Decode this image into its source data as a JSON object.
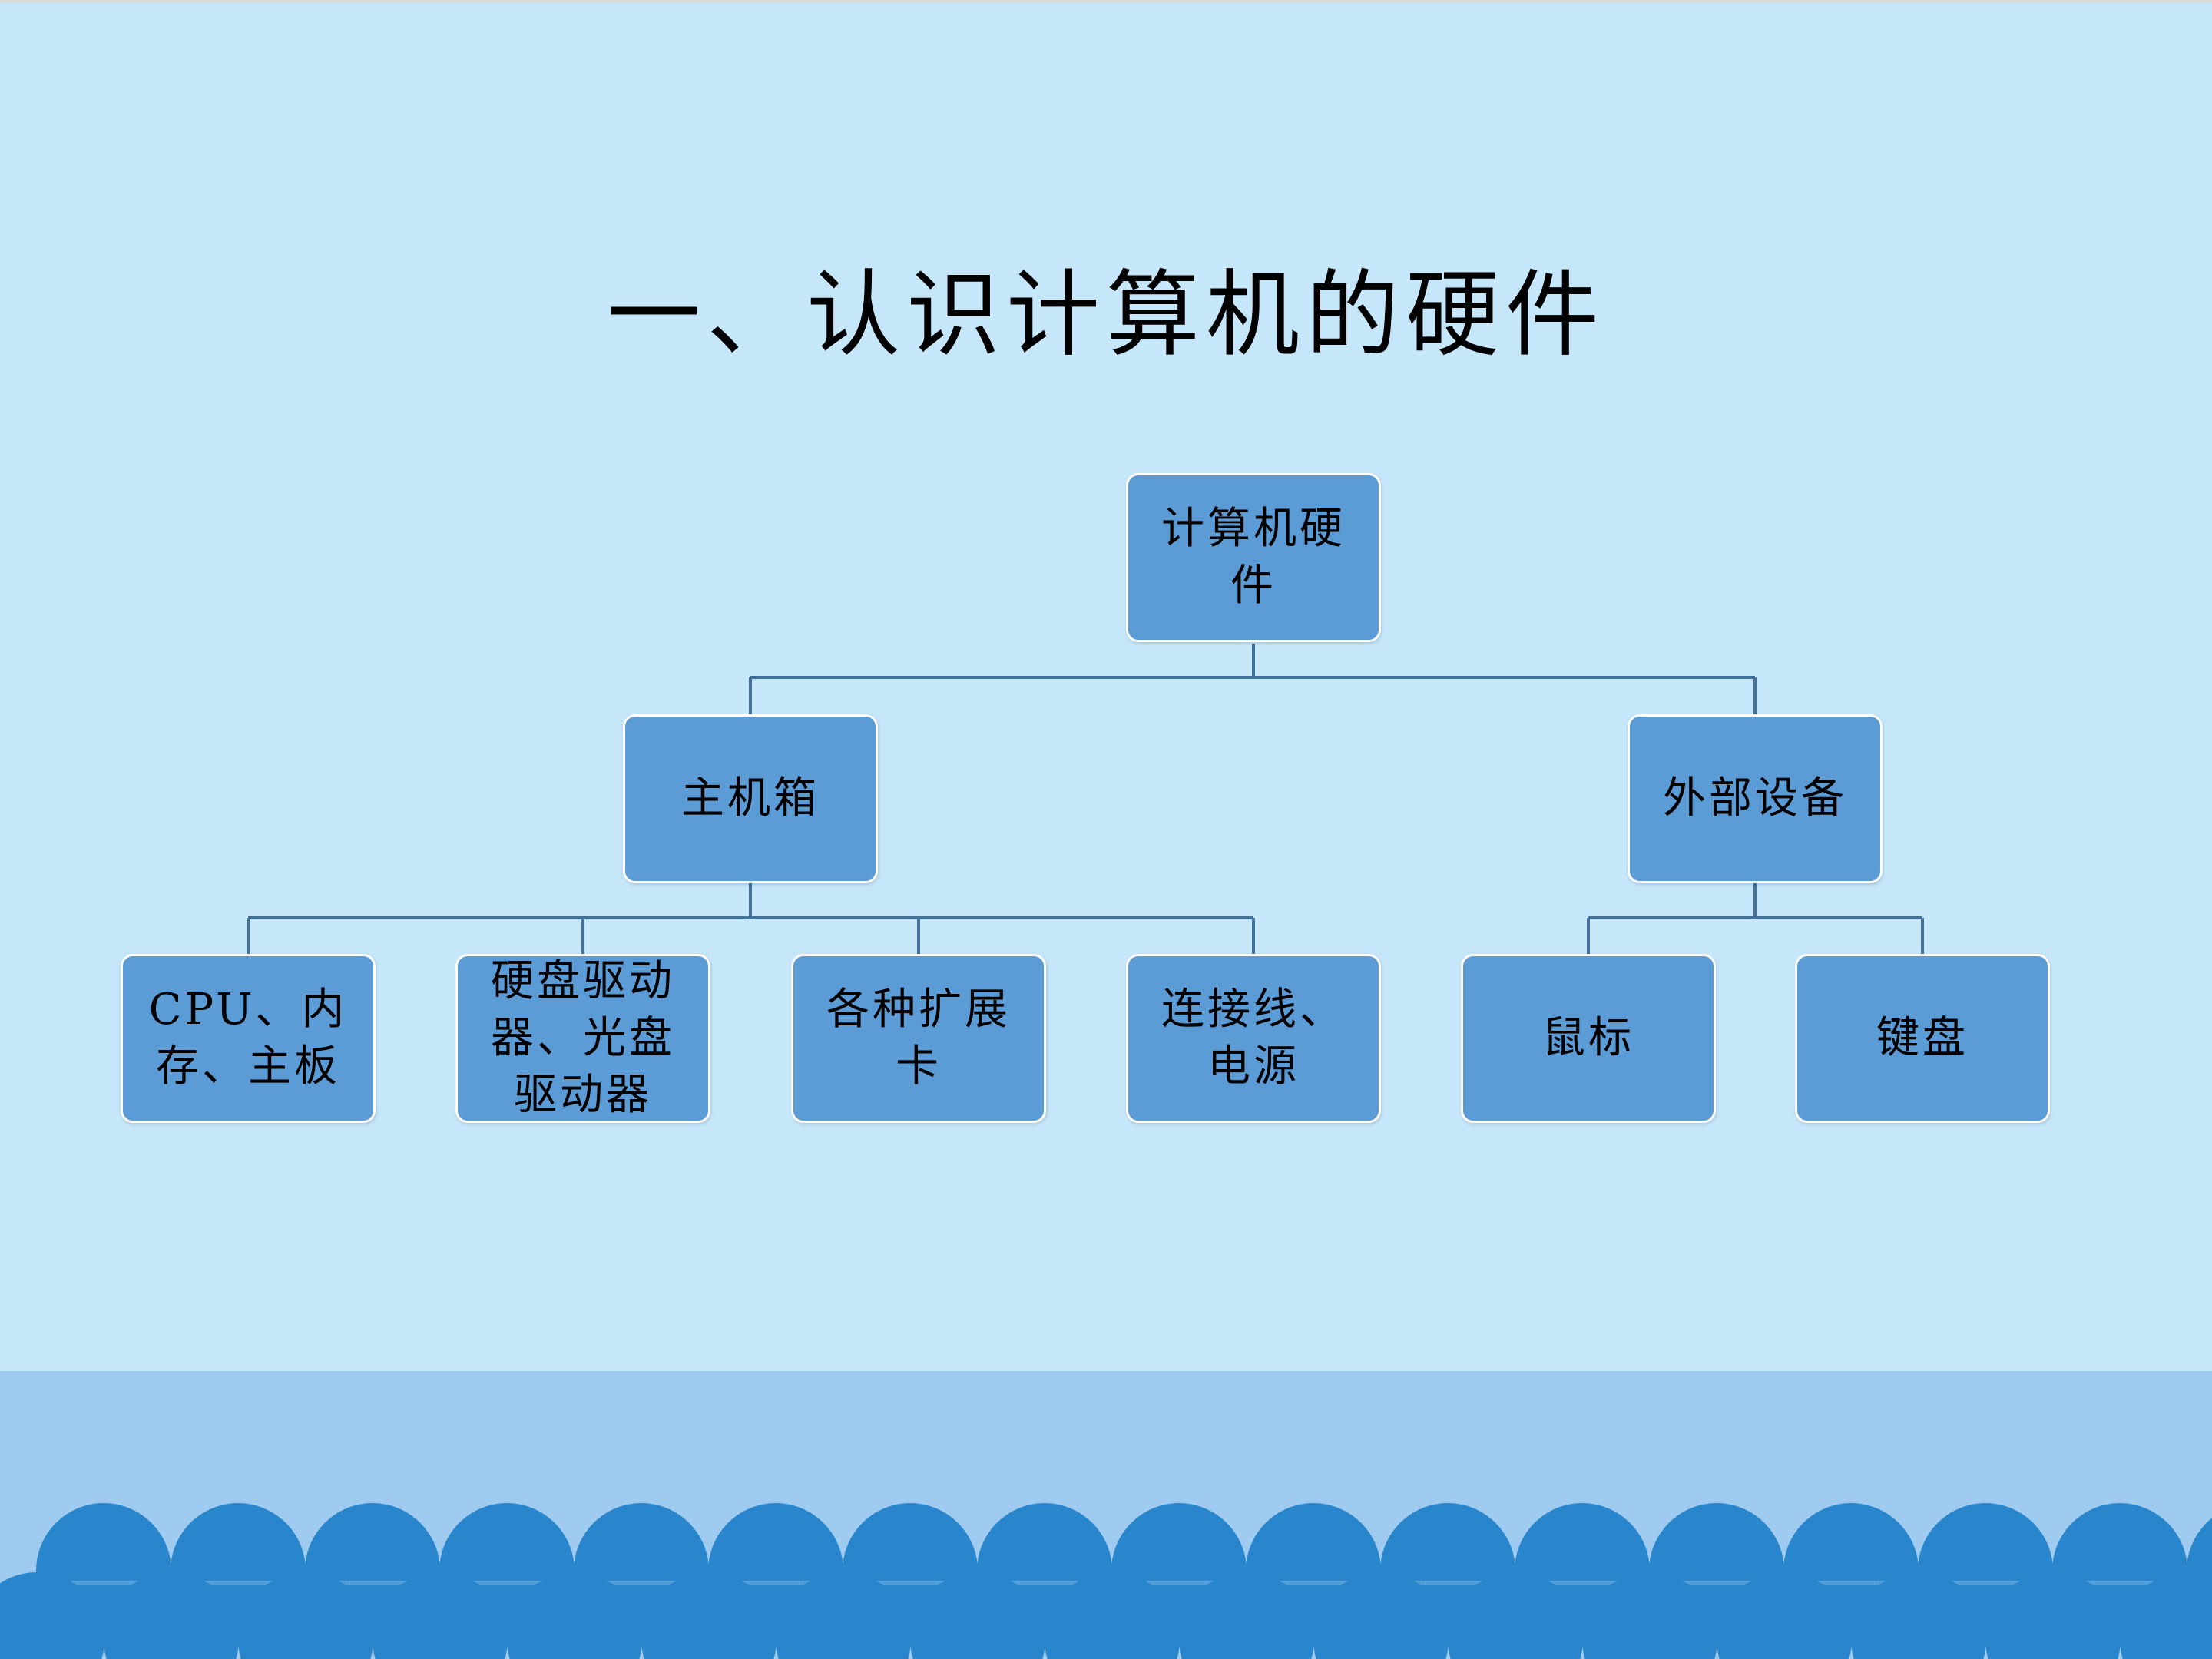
{
  "slide": {
    "title": "一、认识计算机的硬件"
  },
  "org_chart": {
    "root": {
      "label": "计算机硬件"
    },
    "level2": [
      {
        "label": "主机箱"
      },
      {
        "label": "外部设备"
      }
    ],
    "level3": [
      {
        "label": "CPU、内存、主板",
        "parent": "主机箱"
      },
      {
        "label": "硬盘驱动器、光盘驱动器",
        "parent": "主机箱"
      },
      {
        "label": "各种扩展卡",
        "parent": "主机箱"
      },
      {
        "label": "连接线、电源",
        "parent": "主机箱"
      },
      {
        "label": "鼠标",
        "parent": "外部设备"
      },
      {
        "label": "键盘",
        "parent": "外部设备"
      }
    ]
  },
  "colors": {
    "background": "#c6e7fa",
    "node_fill": "#5b9bd6",
    "node_border": "#ffffff",
    "connector": "#41719c",
    "band": "#9ecbef",
    "waves": "#2a86cc"
  }
}
